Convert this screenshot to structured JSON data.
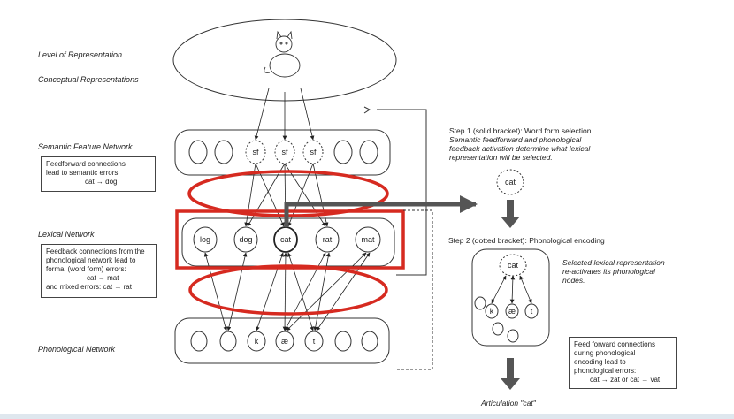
{
  "levels": {
    "level_of_representation": "Level of Representation",
    "conceptual": "Conceptual Representations",
    "semantic": "Semantic Feature Network",
    "lexical": "Lexical Network",
    "phonological": "Phonological Network"
  },
  "semantic_box": {
    "line1": "Feedforward connections",
    "line2": "lead to semantic errors:",
    "line3": "cat → dog"
  },
  "lexical_box": {
    "line1": "Feedback connections from the",
    "line2": "phonological network lead to",
    "line3": "formal (word form) errors:",
    "line4": "cat → mat",
    "line5": "and mixed errors: cat → rat"
  },
  "semantic_nodes": [
    "sf",
    "sf",
    "sf"
  ],
  "lexical_nodes": [
    "log",
    "dog",
    "cat",
    "rat",
    "mat"
  ],
  "phoneme_nodes": [
    "k",
    "æ",
    "t"
  ],
  "step1": {
    "title": "Step 1 (solid bracket): Word form selection",
    "desc1": "Semantic feedforward and phonological",
    "desc2": "feedback activation determine what lexical",
    "desc3": "representation will be selected.",
    "node": "cat"
  },
  "step2": {
    "title": "Step 2 (dotted bracket): Phonological encoding",
    "node": "cat",
    "phonemes": [
      "k",
      "æ",
      "t"
    ],
    "note1": "Selected lexical representation",
    "note2": "re-activates its phonological",
    "note3": "nodes."
  },
  "feed_box": {
    "line1": "Feed forward connections",
    "line2": "during phonological",
    "line3": "encoding lead to",
    "line4": "phonological errors:",
    "line5": "cat → zat or cat → vat"
  },
  "articulation": "Articulation \"cat\"",
  "colors": {
    "highlight": "#d62a20",
    "arrow": "#555555",
    "ink": "#222222"
  }
}
